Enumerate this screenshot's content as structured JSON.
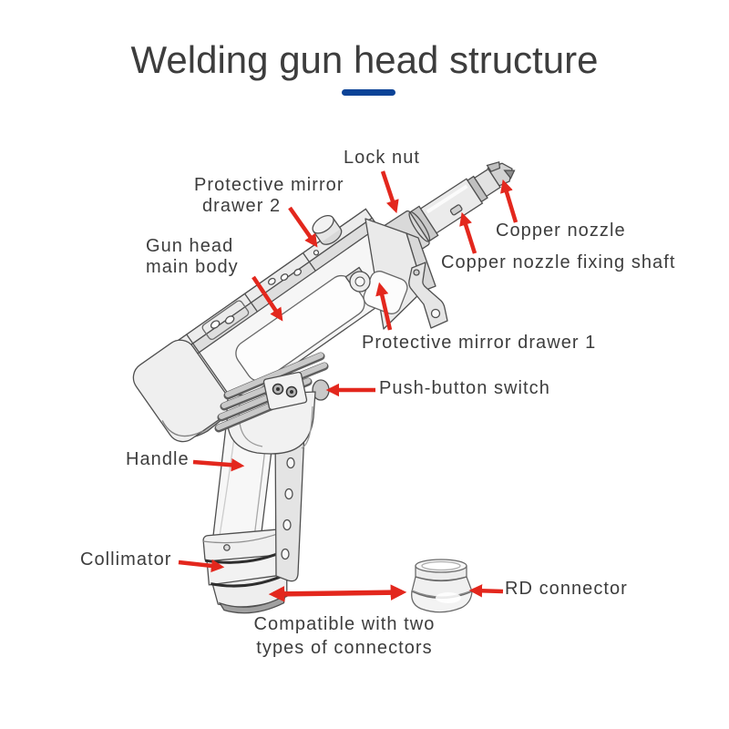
{
  "title": "Welding gun head structure",
  "colors": {
    "accent": "#0b4397",
    "arrow": "#e3271d",
    "text": "#3d3d3d"
  },
  "labels": {
    "lock_nut": "Lock nut",
    "drawer2_line1": "Protective mirror",
    "drawer2_line2": "drawer 2",
    "gun_head_line1": "Gun head",
    "gun_head_line2": "main body",
    "copper_nozzle": "Copper nozzle",
    "copper_nozzle_fixing_shaft": "Copper nozzle fixing shaft",
    "drawer1": "Protective mirror drawer 1",
    "push_button_switch": "Push-button switch",
    "handle": "Handle",
    "collimator": "Collimator",
    "rd_connector": "RD connector",
    "compatible_line1": "Compatible with two",
    "compatible_line2": "types of connectors"
  }
}
